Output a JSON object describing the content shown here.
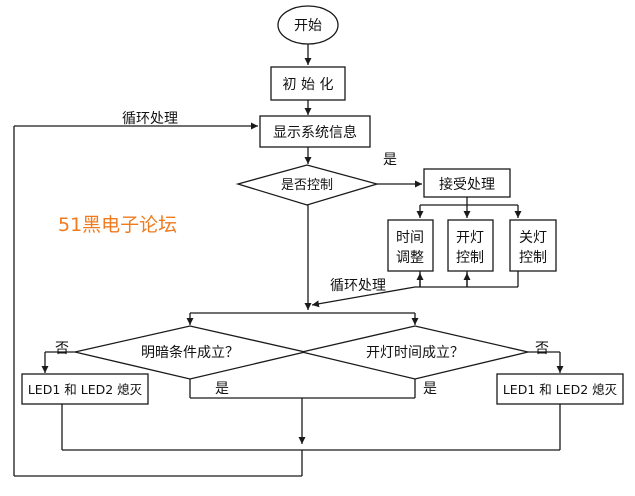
{
  "diagram": {
    "nodes": {
      "start": "开始",
      "init": "初 始 化",
      "display": "显示系统信息",
      "decision_control": "是否控制",
      "receive": "接受处理",
      "time_adjust": [
        "时间",
        "调整"
      ],
      "light_on": [
        "开灯",
        "控制"
      ],
      "light_off": [
        "关灯",
        "控制"
      ],
      "decision_light": "明暗条件成立？",
      "decision_time": "开灯时间成立？",
      "led_off_left": "LED1 和 LED2 熄灭",
      "led_off_right": "LED1 和 LED2 熄灭"
    },
    "edge_labels": {
      "loop_top": "循环处理",
      "loop_mid": "循环处理",
      "yes_control": "是",
      "no_light": "否",
      "no_time": "否",
      "yes_light": "是",
      "yes_time": "是"
    },
    "watermark": "51黑电子论坛",
    "colors": {
      "line": "#1a1a1a",
      "box_fill": "#ffffff",
      "text": "#111111",
      "watermark": "#f07a1e"
    }
  }
}
